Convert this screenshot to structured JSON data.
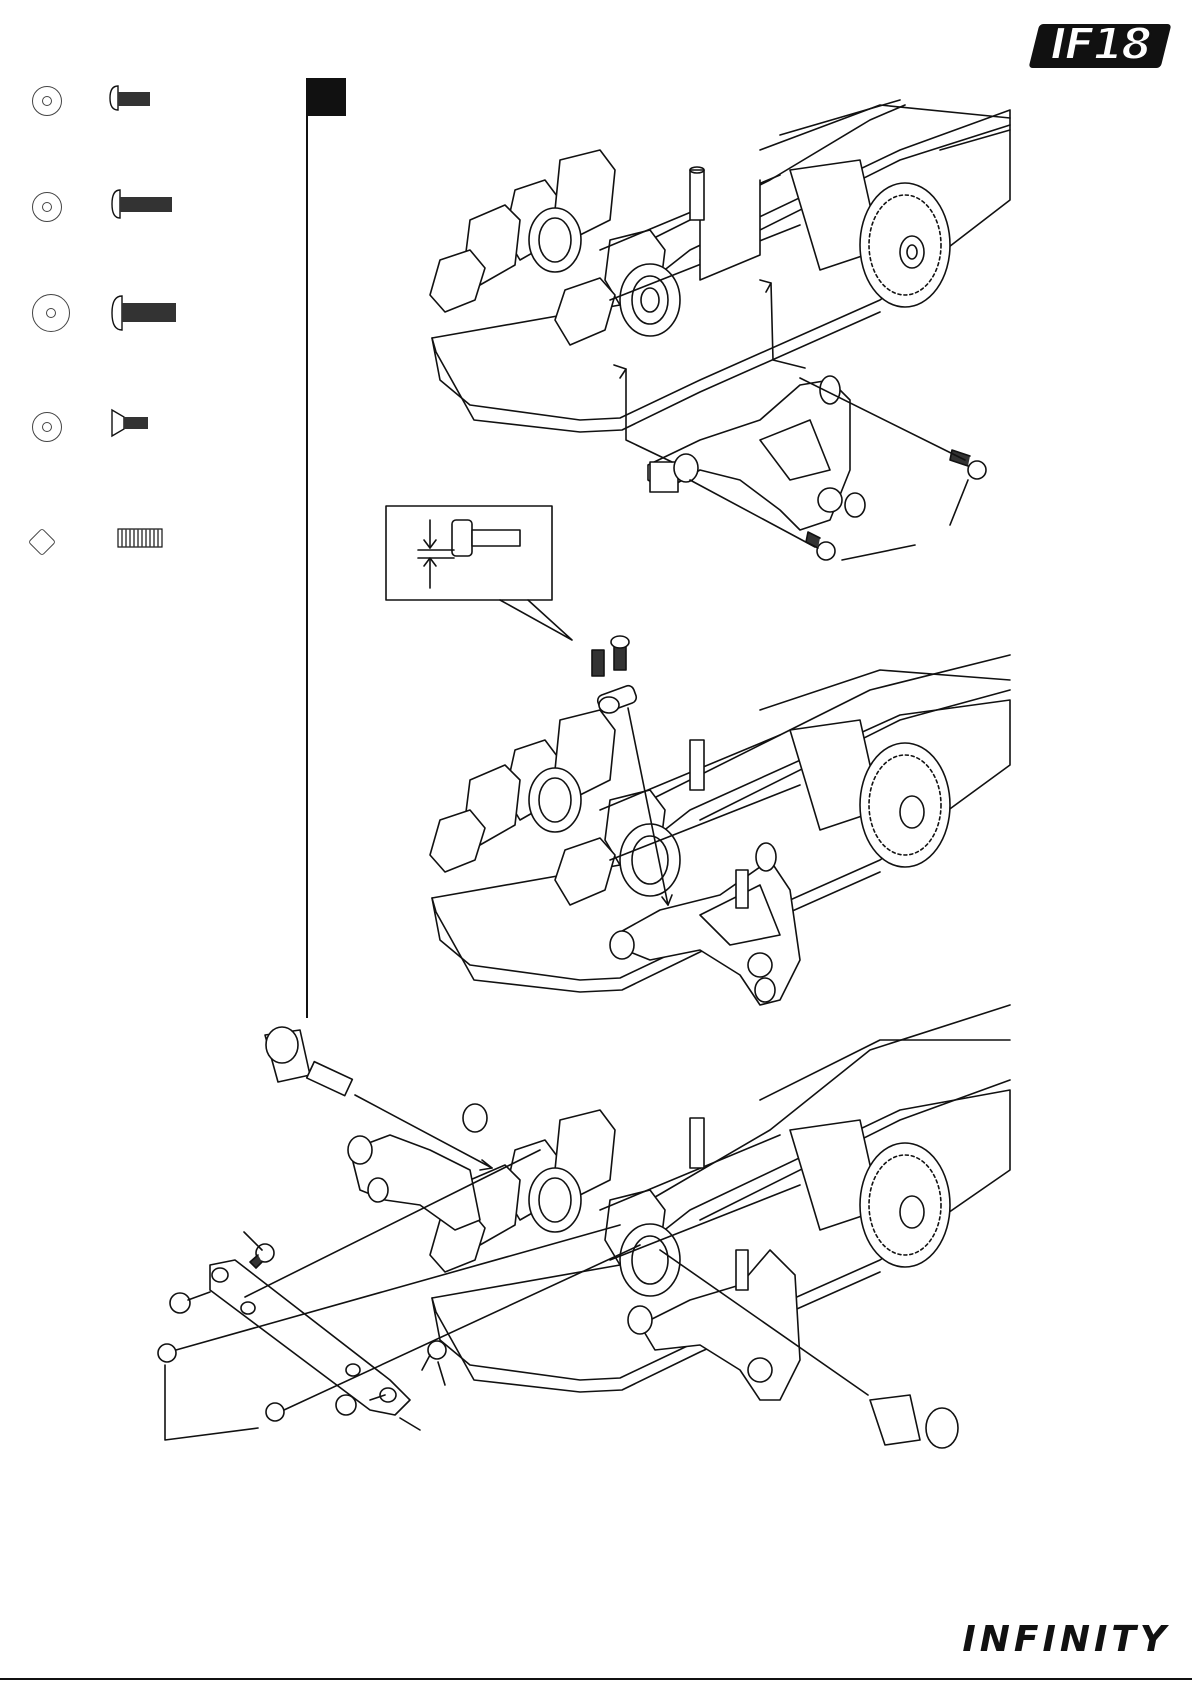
{
  "header": {
    "logo_text": "IF18"
  },
  "footer": {
    "brand_text": "INFINITY"
  },
  "parts": [
    {
      "kind": "button-head-screw-short",
      "icon": "washer-icon"
    },
    {
      "kind": "button-head-screw-medium",
      "icon": "washer-icon"
    },
    {
      "kind": "button-head-screw-long",
      "icon": "washer-icon"
    },
    {
      "kind": "flat-head-screw",
      "icon": "washer-icon"
    },
    {
      "kind": "set-screw",
      "icon": "hex-nut-icon"
    }
  ],
  "step": {
    "marker_color": "#111111"
  },
  "colors": {
    "line": "#111111",
    "background": "#ffffff"
  }
}
